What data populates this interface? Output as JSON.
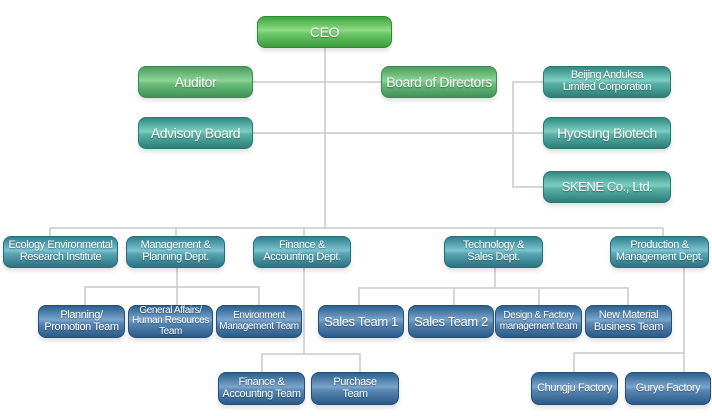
{
  "chart": {
    "ceo": "CEO",
    "auditor": "Auditor",
    "board": "Board of Directors",
    "advisory": "Advisory Board",
    "affiliates": [
      "Beijing Anduksa\nLimited Corporation",
      "Hyosung Biotech",
      "SKENE Co., Ltd."
    ],
    "departments": [
      "Ecology Environmental\nResearch Institute",
      "Management &\nPlanning Dept.",
      "Finance &\nAccounting Dept.",
      "Technology &\nSales Dept.",
      "Production &\nManagement Dept."
    ],
    "management_teams": [
      "Planning/\nPromotion Team",
      "General Affairs/\nHuman Resources\nTeam",
      "Environment\nManagement Team"
    ],
    "finance_teams": [
      "Finance &\nAccounting Team",
      "Purchase\nTeam"
    ],
    "tech_teams": [
      "Sales Team 1",
      "Sales Team 2",
      "Design & Factory\nmanagement team",
      "New Material\nBusiness Team"
    ],
    "factories": [
      "Chungju Factory",
      "Gurye Factory"
    ]
  },
  "colors": {
    "executive": "#5cb85c",
    "affiliate": "#4aa3a0",
    "team": "#3d6e9e",
    "line": "#c8c8c8"
  }
}
